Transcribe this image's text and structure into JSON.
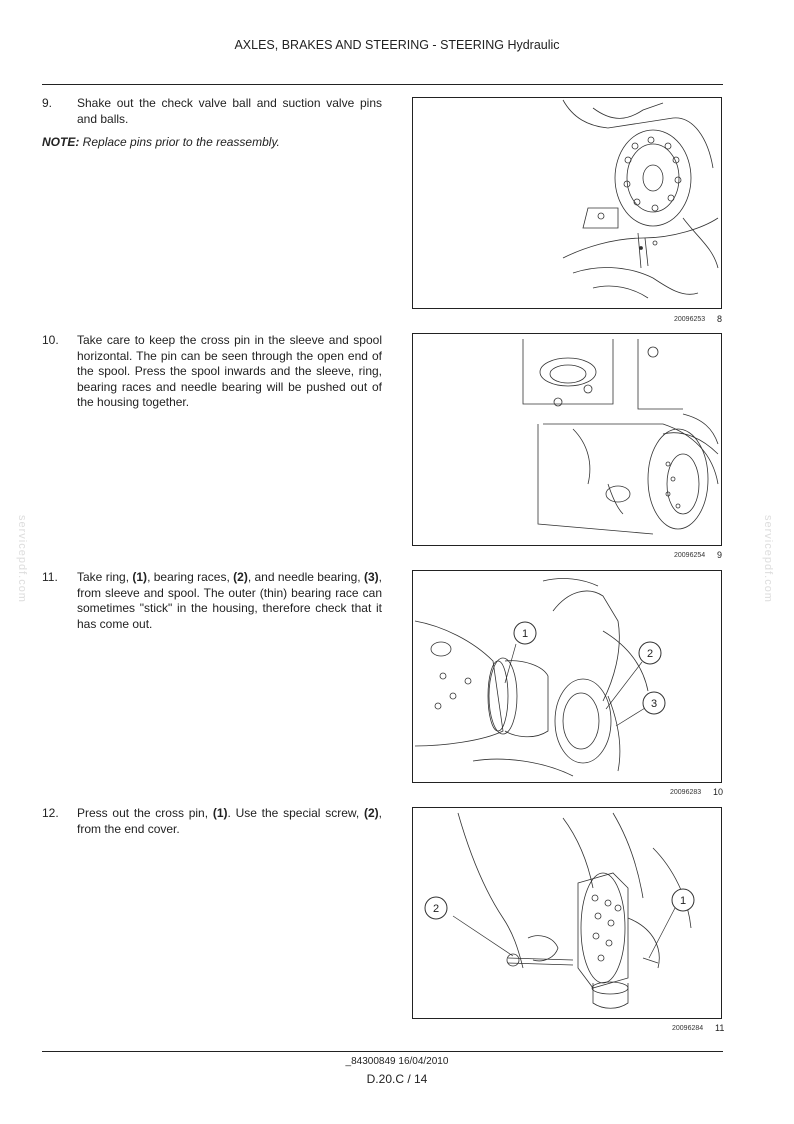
{
  "header": {
    "title": "AXLES, BRAKES AND STEERING - STEERING Hydraulic"
  },
  "steps": [
    {
      "num": "9.",
      "text_a": "Shake out the check valve ball and suction valve pins and balls."
    },
    {
      "num": "10.",
      "text_a": "Take care to keep the cross pin in the sleeve and spool horizontal. The pin can be seen through the open end of the spool. Press the spool inwards and the sleeve, ring, bearing races and needle bearing will be pushed out of the housing together."
    },
    {
      "num": "11.",
      "text_a": "Take ring, ",
      "b1": "(1)",
      "text_b": ", bearing races, ",
      "b2": "(2)",
      "text_c": ", and needle bearing, ",
      "b3": "(3)",
      "text_d": ", from sleeve and spool. The outer (thin) bearing race can sometimes \"stick\" in the housing, therefore check that it has come out."
    },
    {
      "num": "12.",
      "text_a": "Press out the cross pin, ",
      "b1": "(1)",
      "text_b": ". Use the special screw, ",
      "b2": "(2)",
      "text_c": ", from the end cover."
    }
  ],
  "note": {
    "label": "NOTE:",
    "text": " Replace pins prior to the reassembly."
  },
  "figures": [
    {
      "code": "20096253",
      "num": "8"
    },
    {
      "code": "20096254",
      "num": "9"
    },
    {
      "code": "20096283",
      "num": "10",
      "callouts": [
        "1",
        "2",
        "3"
      ]
    },
    {
      "code": "20096284",
      "num": "11",
      "callouts": [
        "2",
        "1"
      ]
    }
  ],
  "watermark": "servicepdf.com",
  "footer": {
    "doc": "_84300849 16/04/2010",
    "page": "D.20.C / 14"
  }
}
